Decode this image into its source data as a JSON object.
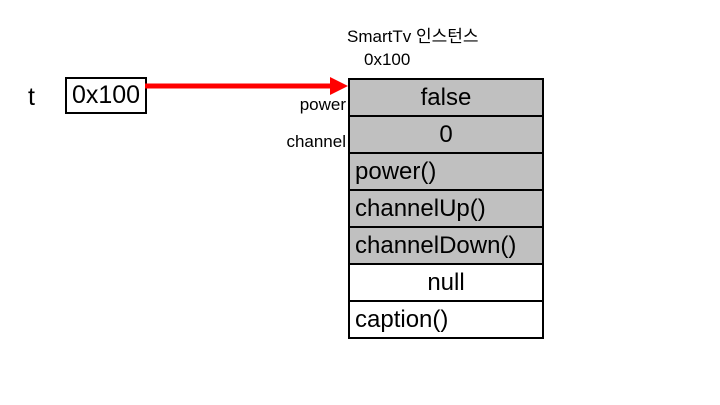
{
  "diagram": {
    "title": "SmartTv 인스턴스 object memory diagram",
    "background_color": "#ffffff",
    "shaded_cell_color": "#c0c0c0",
    "border_color": "#000000",
    "arrow_color": "#ff0000"
  },
  "variable": {
    "name": "t",
    "value": "0x100"
  },
  "instance": {
    "heading": "SmartTv 인스턴스",
    "address": "0x100"
  },
  "field_labels": [
    {
      "text": "power"
    },
    {
      "text": "channel"
    }
  ],
  "object_rows": [
    {
      "text": "false",
      "shaded": true,
      "align": "center"
    },
    {
      "text": "0",
      "shaded": true,
      "align": "center"
    },
    {
      "text": "power()",
      "shaded": true,
      "align": "left"
    },
    {
      "text": "channelUp()",
      "shaded": true,
      "align": "left"
    },
    {
      "text": "channelDown()",
      "shaded": true,
      "align": "left"
    },
    {
      "text": "null",
      "shaded": false,
      "align": "center"
    },
    {
      "text": "caption()",
      "shaded": false,
      "align": "left"
    }
  ],
  "arrow": {
    "label": "reference-arrow",
    "from": "variable-box",
    "to": "object-table-power-field"
  }
}
